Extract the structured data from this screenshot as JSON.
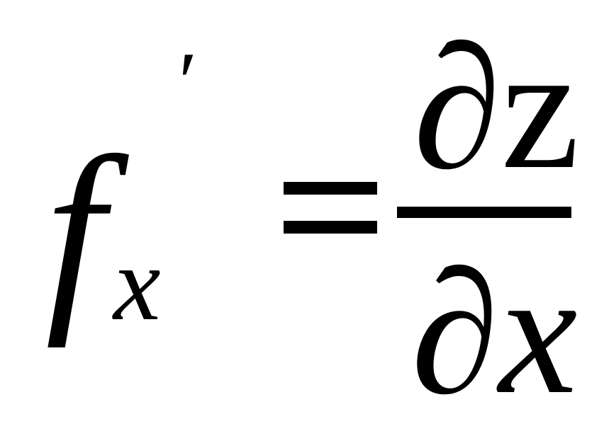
{
  "formula": {
    "function_symbol": "f",
    "subscript": "x",
    "prime": "′",
    "equals": "=",
    "numerator": {
      "partial": "∂",
      "variable": "z"
    },
    "denominator": {
      "partial": "∂",
      "variable": "x"
    }
  }
}
